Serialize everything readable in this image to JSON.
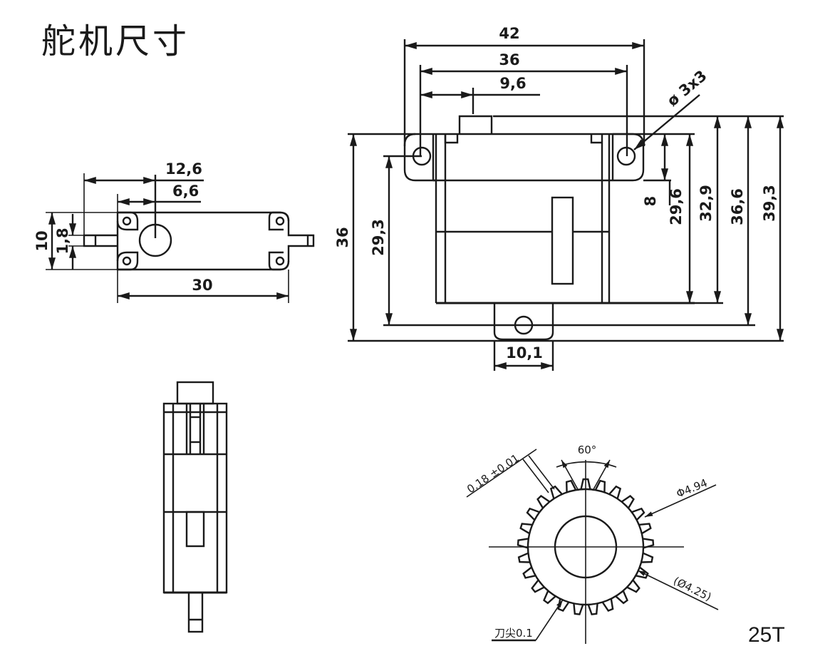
{
  "title": "舵机尺寸",
  "top_view": {
    "dims": {
      "d12_6": "12,6",
      "d6_6": "6,6",
      "d10": "10",
      "d1_8": "1,8",
      "d30": "30"
    }
  },
  "front_view": {
    "dims": {
      "d42": "42",
      "d36_w": "36",
      "d9_6": "9,6",
      "hole": "ø 3x3",
      "d36_h": "36",
      "d29_3": "29,3",
      "d8": "8",
      "d29_6": "29,6",
      "d32_9": "32,9",
      "d36_6": "36,6",
      "d39_3": "39,3",
      "d10_1": "10,1"
    }
  },
  "spline": {
    "angle": "60°",
    "tooth_width": "0.18 ±0.01",
    "outer_dia": "Φ4.94",
    "root_dia": "(Ø4.25)",
    "tip": "刀尖0.1",
    "tooth_count": 25,
    "teeth_label": "25T"
  }
}
